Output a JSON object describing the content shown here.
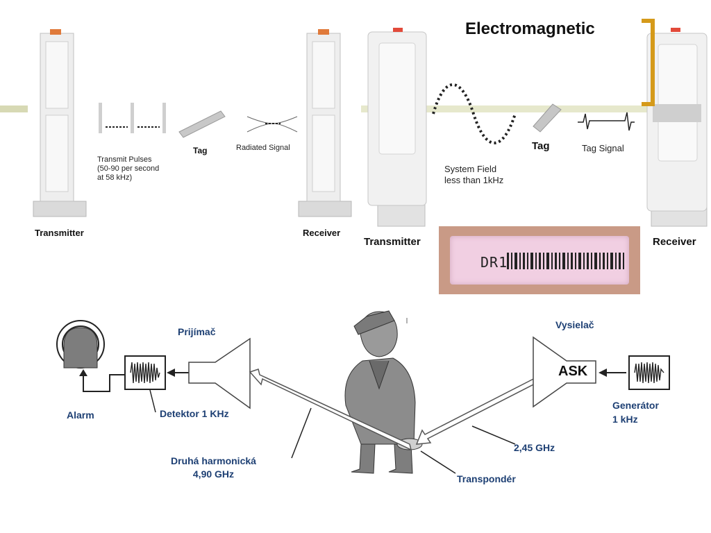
{
  "top_left": {
    "transmitter": "Transmitter",
    "receiver": "Receiver",
    "pulses": [
      "Transmit Pulses",
      "(50-90 per second",
      "at 58 kHz)"
    ],
    "tag": "Tag",
    "radiated": "Radiated Signal"
  },
  "top_right": {
    "title": "Electromagnetic",
    "field": [
      "System Field",
      "less than 1kHz"
    ],
    "tag": "Tag",
    "tag_signal": "Tag Signal",
    "transmitter": "Transmitter",
    "receiver": "Receiver",
    "tag_print": "DR1"
  },
  "bottom": {
    "prijimac": "Prijímač",
    "vysielac": "Vysielač",
    "alarm": "Alarm",
    "detektor": "Detektor 1 KHz",
    "druha": [
      "Druhá harmonická",
      "4,90 GHz"
    ],
    "transponder": "Transpondér",
    "ghz": "2,45 GHz",
    "generator": [
      "Generátor",
      "1 kHz"
    ],
    "ask": "ASK"
  },
  "colors": {
    "accent_olive": "#d7d9b4",
    "bracket": "#d59a1a",
    "label_blue": "#1d3f73"
  }
}
